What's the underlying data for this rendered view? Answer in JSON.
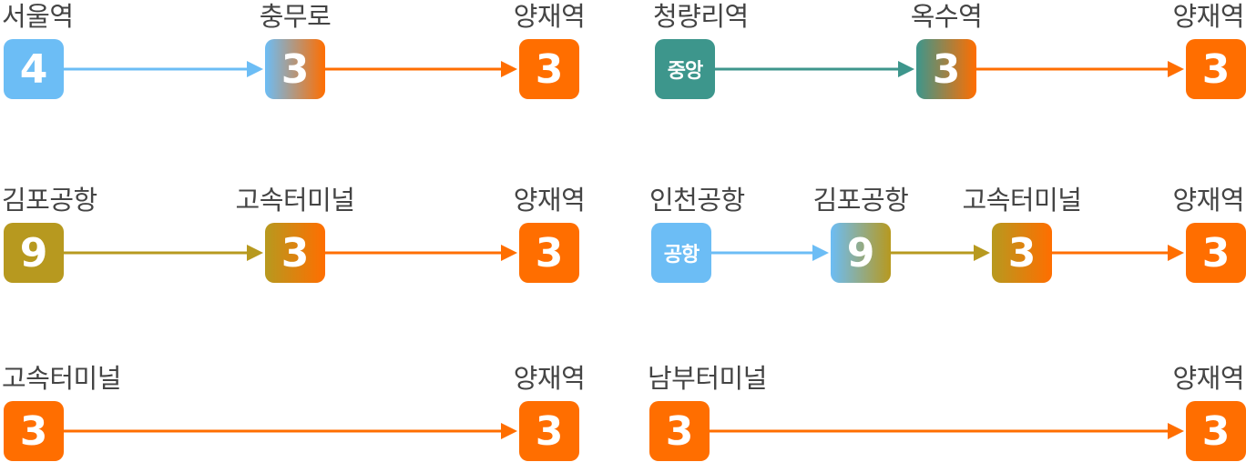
{
  "colors": {
    "line4": "#6cbdf5",
    "line3": "#ff6e00",
    "line9": "#b7991f",
    "jungang": "#3d968c",
    "airport": "#6cbdf5"
  },
  "routes": [
    {
      "stations": [
        {
          "name": "서울역",
          "badge": "4",
          "colors": [
            "line4"
          ]
        },
        {
          "name": "충무로",
          "badge": "3",
          "colors": [
            "line4",
            "line3"
          ]
        },
        {
          "name": "양재역",
          "badge": "3",
          "colors": [
            "line3"
          ]
        }
      ]
    },
    {
      "stations": [
        {
          "name": "청량리역",
          "badge": "중앙",
          "colors": [
            "jungang"
          ]
        },
        {
          "name": "옥수역",
          "badge": "3",
          "colors": [
            "jungang",
            "line3"
          ]
        },
        {
          "name": "양재역",
          "badge": "3",
          "colors": [
            "line3"
          ]
        }
      ]
    },
    {
      "stations": [
        {
          "name": "김포공항",
          "badge": "9",
          "colors": [
            "line9"
          ]
        },
        {
          "name": "고속터미널",
          "badge": "3",
          "colors": [
            "line9",
            "line3"
          ]
        },
        {
          "name": "양재역",
          "badge": "3",
          "colors": [
            "line3"
          ]
        }
      ]
    },
    {
      "stations": [
        {
          "name": "인천공항",
          "badge": "공항",
          "colors": [
            "airport"
          ]
        },
        {
          "name": "김포공항",
          "badge": "9",
          "colors": [
            "airport",
            "line9"
          ]
        },
        {
          "name": "고속터미널",
          "badge": "3",
          "colors": [
            "line9",
            "line3"
          ]
        },
        {
          "name": "양재역",
          "badge": "3",
          "colors": [
            "line3"
          ]
        }
      ]
    },
    {
      "stations": [
        {
          "name": "고속터미널",
          "badge": "3",
          "colors": [
            "line3"
          ]
        },
        {
          "name": "양재역",
          "badge": "3",
          "colors": [
            "line3"
          ]
        }
      ]
    },
    {
      "stations": [
        {
          "name": "남부터미널",
          "badge": "3",
          "colors": [
            "line3"
          ]
        },
        {
          "name": "양재역",
          "badge": "3",
          "colors": [
            "line3"
          ]
        }
      ]
    }
  ]
}
